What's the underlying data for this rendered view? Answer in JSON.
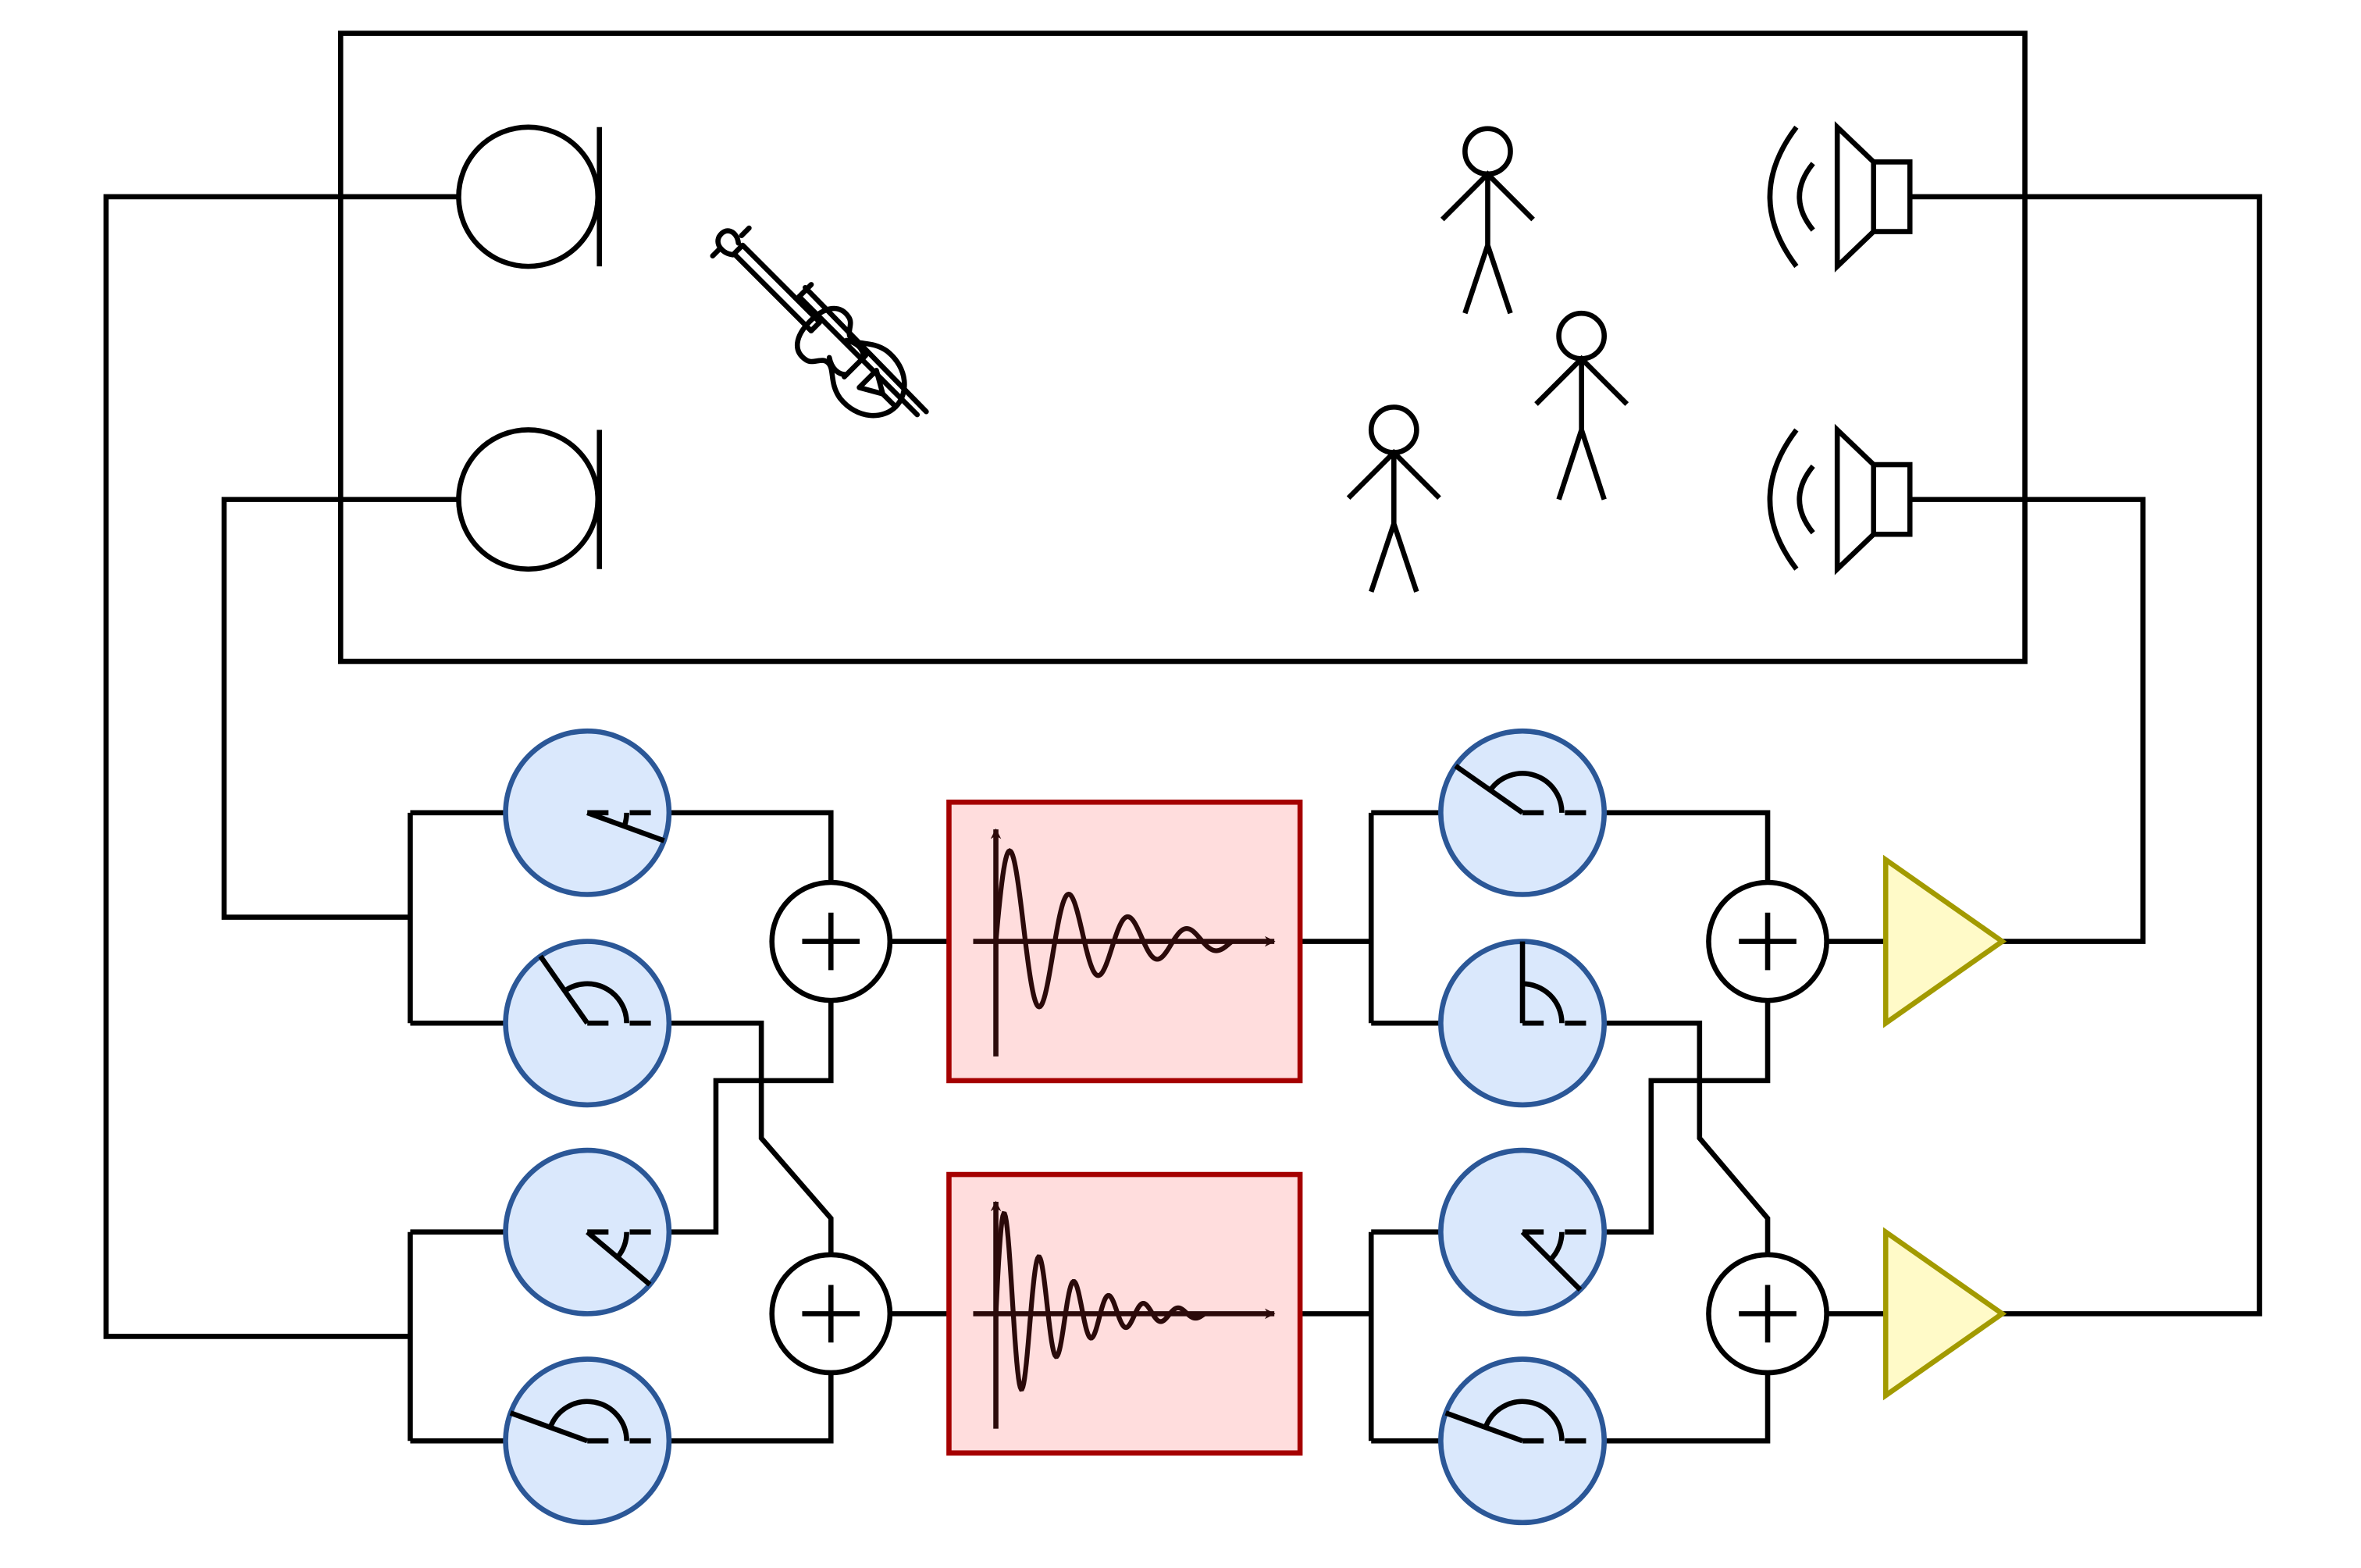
{
  "diagram": {
    "room": {
      "label": "",
      "performers": [
        "violin-icon"
      ],
      "listeners": 3
    },
    "microphones": [
      "microphone-icon",
      "microphone-icon"
    ],
    "loudspeakers": [
      "loudspeaker-icon",
      "loudspeaker-icon"
    ],
    "phase_gains": {
      "left_column_angles_deg": [
        -20,
        125,
        -40,
        160
      ],
      "right_column_angles_deg": [
        145,
        90,
        -45,
        160
      ]
    },
    "summing_nodes": [
      "+",
      "+",
      "+",
      "+"
    ],
    "reverb_filters": [
      {
        "label": "",
        "decay": "slow",
        "cycles": 4
      },
      {
        "label": "",
        "decay": "fast",
        "cycles": 6
      }
    ],
    "amplifiers": 2,
    "colors": {
      "line": "#000000",
      "phase_fill": "#dae8fc",
      "phase_stroke": "#2b5797",
      "filter_fill": "#ffdddd",
      "filter_stroke": "#a50000",
      "wave_color": "#2b0a0a",
      "amp_fill": "#fffac8",
      "amp_stroke": "#a29a00"
    }
  }
}
